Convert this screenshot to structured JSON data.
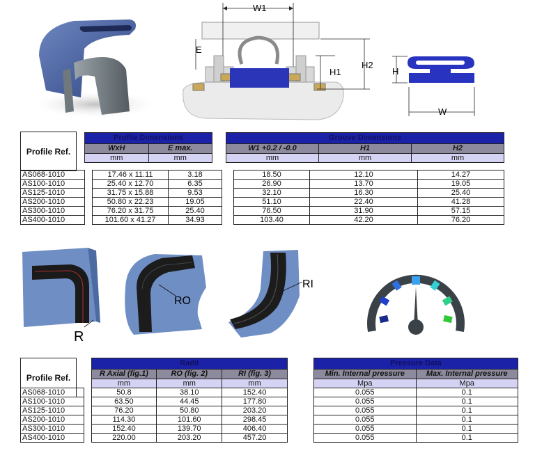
{
  "diagram": {
    "labels": {
      "w1": "W1",
      "e": "E",
      "h1": "H1",
      "h2": "H2",
      "h": "H",
      "w": "W",
      "r": "R",
      "ro": "RO",
      "ri": "RI"
    }
  },
  "top_table": {
    "ref_header": "Profile Ref.",
    "profile_group": "Profile Dimensions",
    "groove_group": "Groove Dimensions",
    "profile_cols": [
      "WxH",
      "E max."
    ],
    "groove_cols": [
      "W1 +0.2 / -0.0",
      "H1",
      "H2"
    ],
    "unit": "mm",
    "rows": [
      {
        "ref": "AS068-1010",
        "wxh": "17.46 x 11.11",
        "e": "3.18",
        "w1": "18.50",
        "h1": "12.10",
        "h2": "14.27"
      },
      {
        "ref": "AS100-1010",
        "wxh": "25.40 x 12.70",
        "e": "6.35",
        "w1": "26.90",
        "h1": "13.70",
        "h2": "19.05"
      },
      {
        "ref": "AS125-1010",
        "wxh": "31.75 x 15.88",
        "e": "9.53",
        "w1": "32.10",
        "h1": "16.30",
        "h2": "25.40"
      },
      {
        "ref": "AS200-1010",
        "wxh": "50.80 x 22.23",
        "e": "19.05",
        "w1": "51.10",
        "h1": "22.40",
        "h2": "41.28"
      },
      {
        "ref": "AS300-1010",
        "wxh": "76.20 x 31.75",
        "e": "25.40",
        "w1": "76.50",
        "h1": "31.90",
        "h2": "57.15"
      },
      {
        "ref": "AS400-1010",
        "wxh": "101.60 x 41.27",
        "e": "34.93",
        "w1": "103.40",
        "h1": "42.20",
        "h2": "76.20"
      }
    ]
  },
  "radii_table": {
    "ref_header": "Profile Ref.",
    "group": "Radii",
    "cols": [
      "R Axial (fig.1)",
      "RO (fig. 2)",
      "RI (fig. 3)"
    ],
    "unit": "mm",
    "rows": [
      {
        "ref": "AS068-1010",
        "r": "50.8",
        "ro": "38.10",
        "ri": "152.40"
      },
      {
        "ref": "AS100-1010",
        "r": "63.50",
        "ro": "44.45",
        "ri": "177.80"
      },
      {
        "ref": "AS125-1010",
        "r": "76.20",
        "ro": "50.80",
        "ri": "203.20"
      },
      {
        "ref": "AS200-1010",
        "r": "114.30",
        "ro": "101.60",
        "ri": "298.45"
      },
      {
        "ref": "AS300-1010",
        "r": "152.40",
        "ro": "139.70",
        "ri": "406.40"
      },
      {
        "ref": "AS400-1010",
        "r": "220.00",
        "ro": "203.20",
        "ri": "457.20"
      }
    ]
  },
  "pressure_table": {
    "group": "Pressure Data",
    "cols": [
      "Min. Internal pressure",
      "Max. Internal pressure"
    ],
    "unit": "Mpa",
    "rows": [
      {
        "min": "0.055",
        "max": "0.1"
      },
      {
        "min": "0.055",
        "max": "0.1"
      },
      {
        "min": "0.055",
        "max": "0.1"
      },
      {
        "min": "0.055",
        "max": "0.1"
      },
      {
        "min": "0.055",
        "max": "0.1"
      },
      {
        "min": "0.055",
        "max": "0.1"
      }
    ]
  },
  "colors": {
    "header_blue": "#1c22a7",
    "subheader_grey": "#8c8a9c",
    "unit_lavender": "#d5d3f3",
    "seal_blue": "#3f5a9c",
    "seal_dark": "#1a1a1a",
    "panel_blue": "#6f8ec4"
  }
}
